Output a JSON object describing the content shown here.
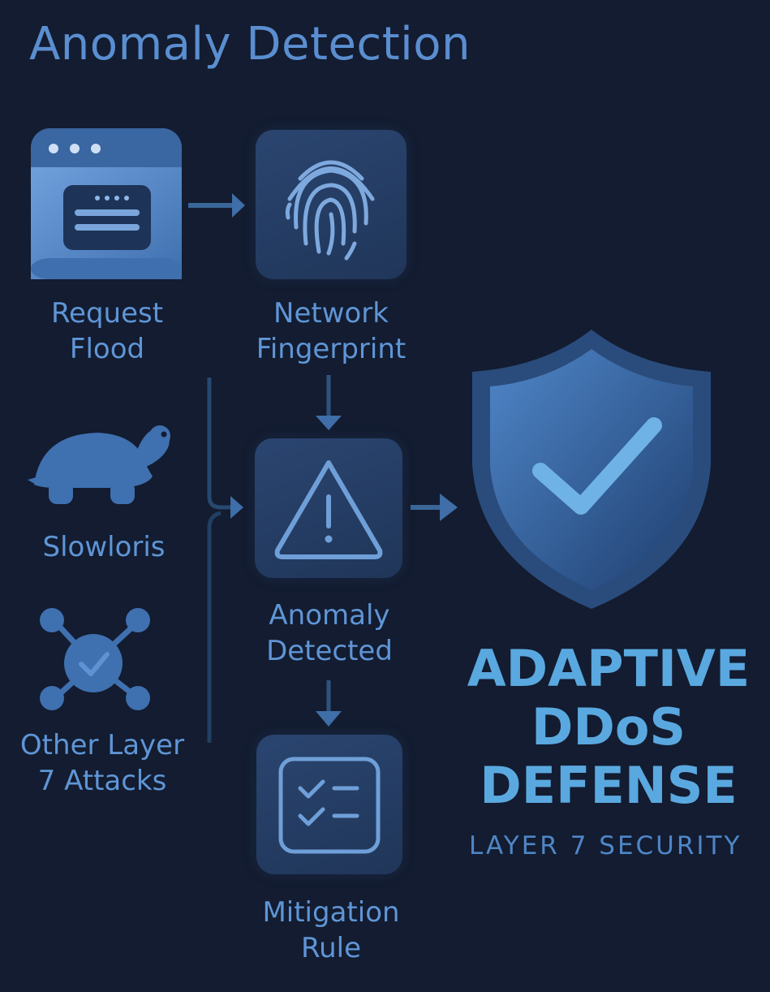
{
  "title": "Anomaly Detection",
  "nodes": {
    "request_flood": {
      "line1": "Request",
      "line2": "Flood",
      "icon": "browser-window-icon"
    },
    "network_fingerprint": {
      "line1": "Network",
      "line2": "Fingerprint",
      "icon": "fingerprint-icon"
    },
    "slowloris": {
      "label": "Slowloris",
      "icon": "turtle-icon"
    },
    "other_attacks": {
      "line1": "Other Layer",
      "line2": "7 Attacks",
      "icon": "network-nodes-icon"
    },
    "anomaly_detected": {
      "line1": "Anomaly",
      "line2": "Detected",
      "icon": "warning-triangle-icon"
    },
    "mitigation_rule": {
      "line1": "Mitigation",
      "line2": "Rule",
      "icon": "checklist-icon"
    }
  },
  "hero": {
    "line1": "ADAPTIVE",
    "line2": "DDoS",
    "line3": "DEFENSE",
    "subtitle": "LAYER 7 SECURITY",
    "icon": "shield-check-icon"
  },
  "colors": {
    "background": "#131c30",
    "label": "#5f95d6",
    "accent": "#5aa8e0",
    "tile": "#243c62"
  }
}
